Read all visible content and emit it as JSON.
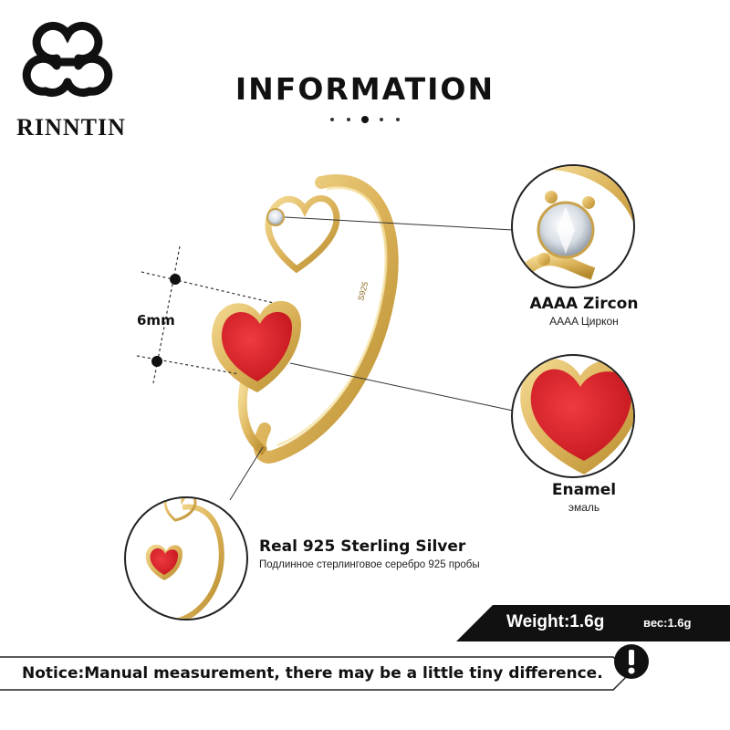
{
  "brand": {
    "name": "RINNTIN",
    "logo_icon": "clover-knot-logo-icon"
  },
  "header": {
    "title": "INFORMATION",
    "decoration_icon": "dots-divider-icon"
  },
  "callouts": {
    "zircon": {
      "title": "AAAA Zircon",
      "subtitle": "AAAA Циркон"
    },
    "enamel": {
      "title": "Enamel",
      "subtitle": "эмаль"
    }
  },
  "dimension": {
    "label": "6mm"
  },
  "material": {
    "title": "Real 925  Sterling  Silver",
    "subtitle": "Подлинное стерлинговое серебро 925 пробы"
  },
  "weight": {
    "label": "Weight:1.6g",
    "label_ru": "вес:1.6g"
  },
  "notice": {
    "text": "Notice:Manual measurement, there may be a little tiny difference.",
    "icon": "exclamation-icon"
  },
  "ring": {
    "stamp": "S925"
  },
  "colors": {
    "gold": "#e0bd6a",
    "gold_dark": "#b8902f",
    "enamel_red": "#d8202a",
    "black": "#111111"
  }
}
